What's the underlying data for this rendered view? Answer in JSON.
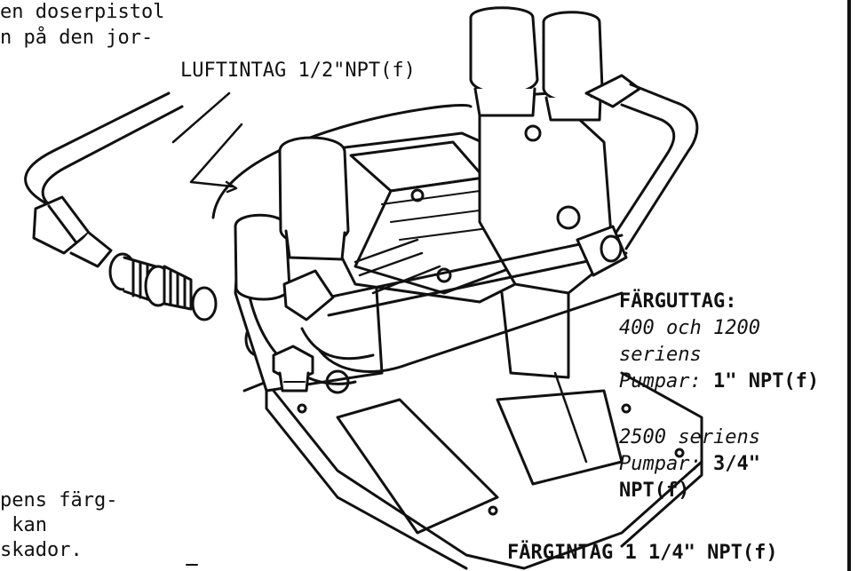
{
  "fragment_top": {
    "line1": "en doserpistol",
    "line2": "n på den jor-"
  },
  "label_air_inlet": "LUFTINTAG 1/2\"NPT(f)",
  "label_paint_outlet": {
    "title": "FÄRGUTTAG:",
    "line1": "400 och 1200",
    "line2": "seriens",
    "line3_italic": "Pumpar:",
    "line3_bold": " 1\" NPT(f)",
    "line4": "2500 seriens",
    "line5_italic": "Pumpar:",
    "line5_bold": " 3/4\"",
    "line6": "NPT(f)"
  },
  "label_paint_inlet": "FÄRGINTAG 1 1/4\" NPT(f)",
  "fragment_bottom": {
    "line1": "pens färg-",
    "line2": " kan",
    "line3": "skador."
  }
}
